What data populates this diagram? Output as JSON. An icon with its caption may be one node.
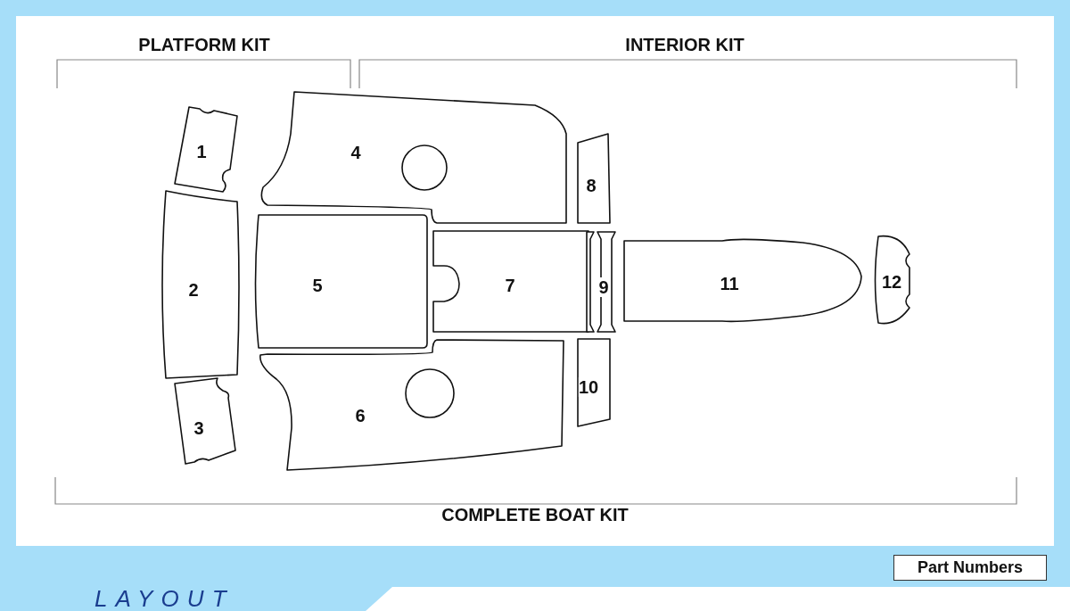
{
  "diagram": {
    "nodes": [
      {
        "text": [
          "1"
        ]
      },
      {
        "text": [
          "2"
        ]
      },
      {
        "text": [
          "3"
        ]
      },
      {
        "text": [
          "4"
        ]
      },
      {
        "text": [
          "5"
        ]
      },
      {
        "text": [
          "6"
        ]
      },
      {
        "text": [
          "7"
        ]
      },
      {
        "text": [
          "8"
        ]
      },
      {
        "text": [
          "9"
        ]
      },
      {
        "text": [
          "10"
        ]
      },
      {
        "text": [
          "11"
        ]
      },
      {
        "text": [
          "12"
        ]
      }
    ],
    "edges": [],
    "labels": [
      "PLATFORM KIT",
      "INTERIOR KIT",
      "COMPLETE BOAT KIT",
      "LAYOUT",
      "Part Numbers"
    ]
  }
}
